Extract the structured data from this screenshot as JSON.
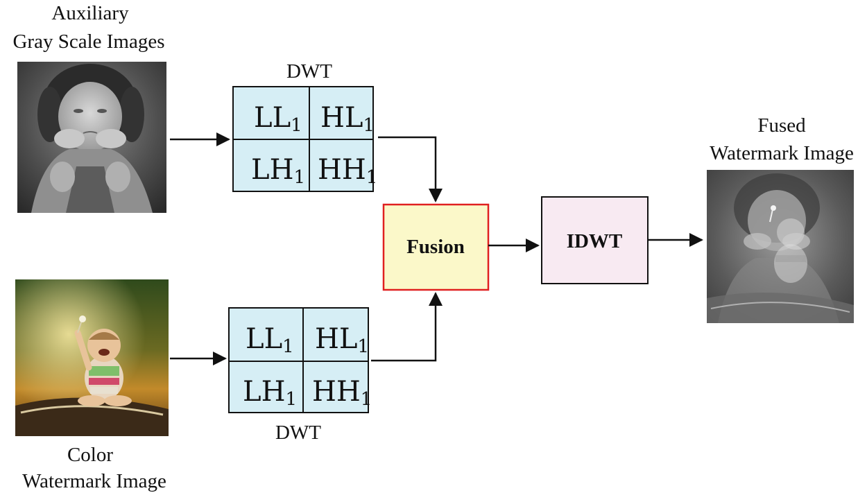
{
  "inputs": {
    "auxiliary": {
      "line1": "Auxiliary",
      "line2": "Gray Scale Images"
    },
    "color": {
      "line1": "Color",
      "line2": "Watermark Image"
    }
  },
  "output": {
    "line1": "Fused",
    "line2": "Watermark Image"
  },
  "dwt_top": {
    "label": "DWT",
    "cells": {
      "ll": "LL",
      "hl": "HL",
      "lh": "LH",
      "hh": "HH"
    },
    "sub": "1"
  },
  "dwt_bottom": {
    "label": "DWT",
    "cells": {
      "ll": "LL",
      "hl": "HL",
      "lh": "LH",
      "hh": "HH"
    },
    "sub": "1"
  },
  "fusion": {
    "label": "Fusion"
  },
  "idwt": {
    "label": "IDWT"
  },
  "colors": {
    "dwt_fill": "#d6eef5",
    "fusion_fill": "#fbf8c9",
    "fusion_border": "#e02020",
    "idwt_fill": "#f8eaf2",
    "line": "#111111"
  }
}
